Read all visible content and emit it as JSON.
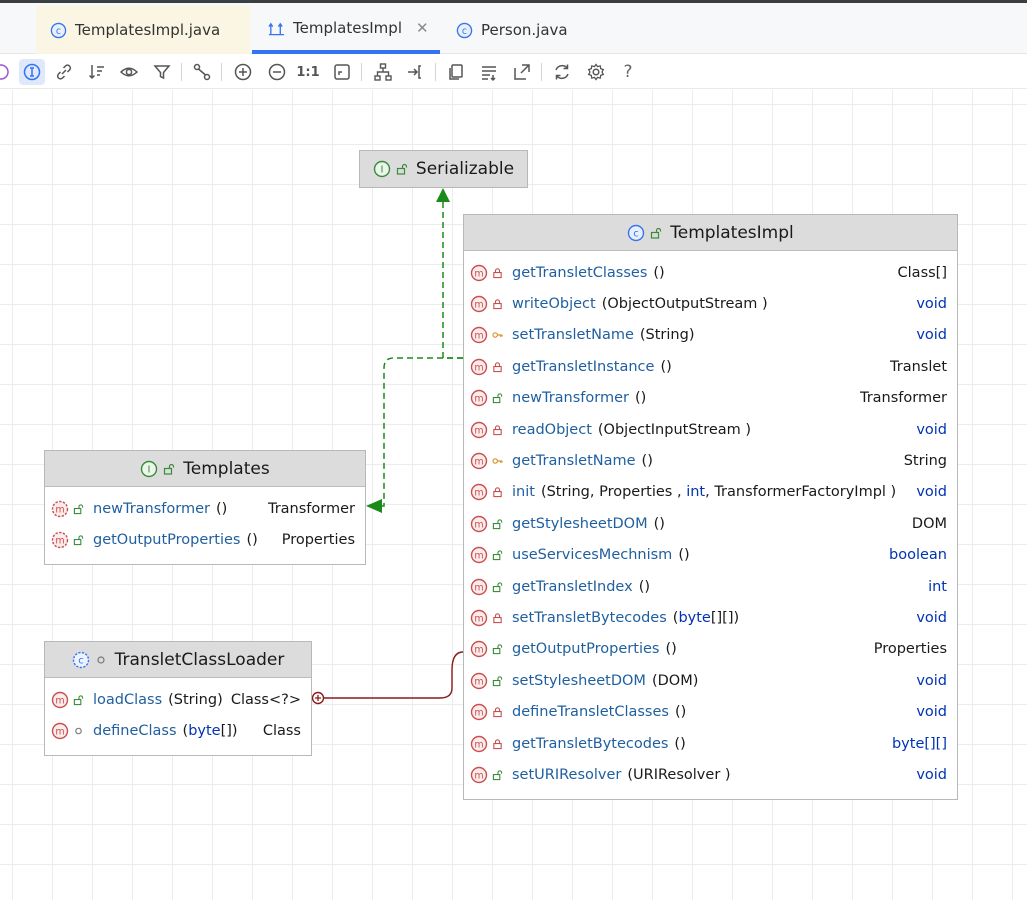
{
  "tabs": [
    {
      "label": "TemplatesImpl.java",
      "icon": "class-icon"
    },
    {
      "label": "TemplatesImpl",
      "icon": "diagram-icon",
      "close": "✕"
    },
    {
      "label": "Person.java",
      "icon": "class-icon"
    }
  ],
  "toolbar": {
    "actual_size_label": "1:1",
    "help_label": "?"
  },
  "colors": {
    "accent": "#3574f0",
    "method_red": "#c94f4f",
    "public_green": "#3a8a3a",
    "keyword_blue": "#0033b3",
    "realization_edge": "#1a8a1a",
    "inner_class_edge": "#8b1a1a"
  },
  "serializable": {
    "title": "Serializable",
    "kind": "interface"
  },
  "templates": {
    "title": "Templates",
    "kind": "interface",
    "methods": [
      {
        "name": "newTransformer",
        "params": "()",
        "ret": "Transformer",
        "access": "public"
      },
      {
        "name": "getOutputProperties",
        "params": "()",
        "ret": "Properties",
        "access": "public"
      }
    ]
  },
  "loader": {
    "title": "TransletClassLoader",
    "kind": "inner-class",
    "methods": [
      {
        "name": "loadClass",
        "params": "(String)",
        "ret": "Class<?>",
        "access": "public"
      },
      {
        "name": "defineClass",
        "params_pre": "(",
        "params_kw": "byte",
        "params_post": "[])",
        "ret": "Class",
        "access": "package"
      }
    ]
  },
  "impl": {
    "title": "TemplatesImpl",
    "kind": "class",
    "methods": [
      {
        "name": "getTransletClasses",
        "params": "()",
        "ret": "Class[]",
        "access": "private"
      },
      {
        "name": "writeObject",
        "params": "(ObjectOutputStream )",
        "ret": "void",
        "access": "private"
      },
      {
        "name": "setTransletName",
        "params": "(String)",
        "ret": "void",
        "access": "protected"
      },
      {
        "name": "getTransletInstance",
        "params": "()",
        "ret": "Translet",
        "access": "private"
      },
      {
        "name": "newTransformer",
        "params": "()",
        "ret": "Transformer",
        "access": "public"
      },
      {
        "name": "readObject",
        "params": "(ObjectInputStream )",
        "ret": "void",
        "access": "private"
      },
      {
        "name": "getTransletName",
        "params": "()",
        "ret": "String",
        "access": "protected"
      },
      {
        "name": "init",
        "params_pre": "(String, Properties , ",
        "params_kw": "int",
        "params_post": ", TransformerFactoryImpl )",
        "ret": "void",
        "access": "private"
      },
      {
        "name": "getStylesheetDOM",
        "params": "()",
        "ret": "DOM",
        "access": "public"
      },
      {
        "name": "useServicesMechnism",
        "params": "()",
        "ret": "boolean",
        "access": "public"
      },
      {
        "name": "getTransletIndex",
        "params": "()",
        "ret": "int",
        "access": "public"
      },
      {
        "name": "setTransletBytecodes",
        "params_pre": "(",
        "params_kw": "byte",
        "params_post": "[][])",
        "ret": "void",
        "access": "private"
      },
      {
        "name": "getOutputProperties",
        "params": "()",
        "ret": "Properties",
        "access": "public"
      },
      {
        "name": "setStylesheetDOM",
        "params": "(DOM)",
        "ret": "void",
        "access": "public"
      },
      {
        "name": "defineTransletClasses",
        "params": "()",
        "ret": "void",
        "access": "private"
      },
      {
        "name": "getTransletBytecodes",
        "params": "()",
        "ret": "byte[][]",
        "access": "private"
      },
      {
        "name": "setURIResolver",
        "params": "(URIResolver )",
        "ret": "void",
        "access": "public"
      }
    ]
  }
}
